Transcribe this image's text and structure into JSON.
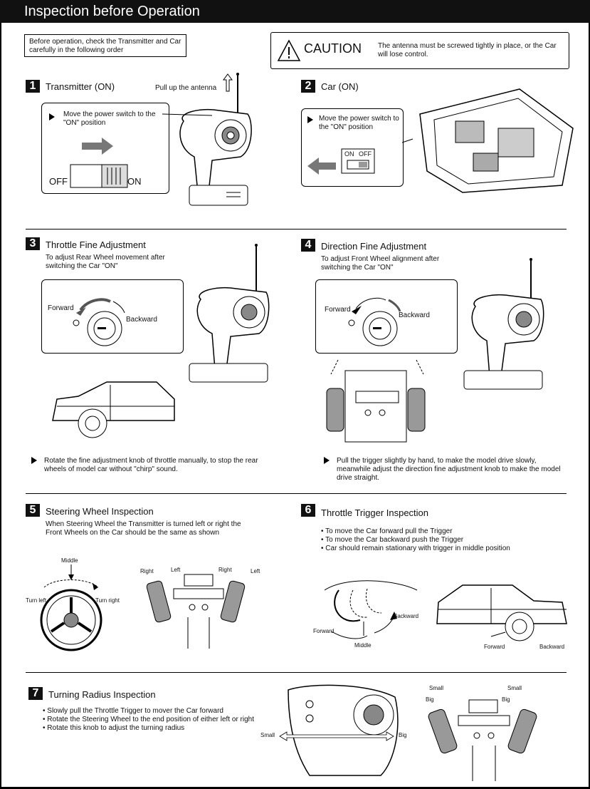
{
  "header": {
    "title": "Inspection before Operation"
  },
  "intro": {
    "text": "Before operation, check the Transmitter and Car carefully in the following order"
  },
  "caution": {
    "label": "CAUTION",
    "text": "The antenna must be screwed tightly in place, or the Car will lose control."
  },
  "step1": {
    "number": "1",
    "title": "Transmitter (ON)",
    "antenna_label": "Pull up the antenna",
    "instruction": "Move the power switch to the \"ON\" position",
    "off_label": "OFF",
    "on_label": "ON"
  },
  "step2": {
    "number": "2",
    "title": "Car (ON)",
    "instruction": "Move the power switch to the \"ON\" position",
    "on_label": "ON",
    "off_label": "OFF"
  },
  "step3": {
    "number": "3",
    "title": "Throttle Fine Adjustment",
    "subtitle": "To adjust Rear Wheel movement after switching the Car \"ON\"",
    "forward_label": "Forward",
    "backward_label": "Backward",
    "note": "Rotate the fine adjustment knob of throttle manually, to stop the rear wheels of model car without \"chirp\" sound."
  },
  "step4": {
    "number": "4",
    "title": "Direction Fine Adjustment",
    "subtitle": "To adjust Front Wheel alignment after switching the Car \"ON\"",
    "forward_label": "Forward",
    "backward_label": "Backward",
    "note": "Pull the trigger slightly by hand, to make the model drive slowly, meanwhile adjust the direction fine adjustment knob to make the model drive straight."
  },
  "step5": {
    "number": "5",
    "title": "Steering Wheel Inspection",
    "subtitle": "When Steering Wheel the Transmitter is turned left or right the Front Wheels on the Car should be the same as shown",
    "middle_label": "Middle",
    "turn_left_label": "Turn left",
    "turn_right_label": "Turn right",
    "right_label": "Right",
    "left_label": "Left"
  },
  "step6": {
    "number": "6",
    "title": "Throttle Trigger Inspection",
    "bullets": [
      "To move the Car forward pull the Trigger",
      "To move the Car backward push the Trigger",
      "Car should remain stationary with trigger in middle position"
    ],
    "forward_label": "Forward",
    "backward_label": "Backward",
    "middle_label": "Middle"
  },
  "step7": {
    "number": "7",
    "title": "Turning Radius Inspection",
    "bullets": [
      "Slowly pull the Throttle Trigger to mover the Car forward",
      "Rotate the Steering Wheel to the end position of either left or right",
      "Rotate this knob to adjust the turning radius"
    ],
    "small_label": "Small",
    "big_label": "Big"
  }
}
